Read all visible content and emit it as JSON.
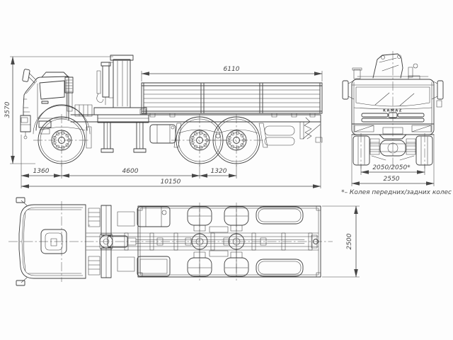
{
  "colors": {
    "background": "#fdfdfd",
    "line": "#3d3d3d",
    "dim": "#474747"
  },
  "side_view": {
    "height_overall": "3570",
    "platform_length": "6110",
    "front_overhang": "1360",
    "wheelbase": "4600",
    "bogie_base": "1320",
    "length_overall": "10150"
  },
  "front_view": {
    "track": "2050/2050*",
    "width_overall": "2550",
    "grille_badge": "KAMAZ"
  },
  "plan_view": {
    "body_width": "2500"
  },
  "footnote": "*– Колея передних/задних колес"
}
